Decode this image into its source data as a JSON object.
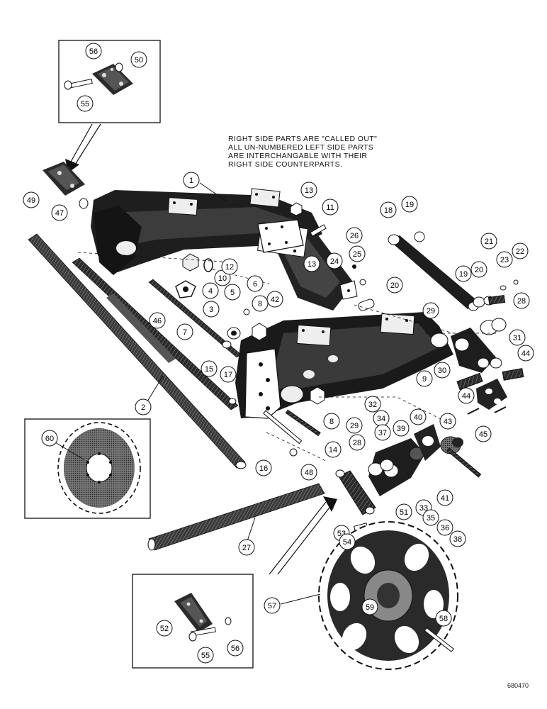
{
  "note_lines": [
    "RIGHT SIDE PARTS ARE \"CALLED OUT\"",
    "ALL UN-NUMBERED LEFT SIDE PARTS",
    "ARE INTERCHANGABLE WITH THEIR",
    "RIGHT SIDE COUNTERPARTS."
  ],
  "drawing_code": "680470",
  "callouts": {
    "c1": "1",
    "c2": "2",
    "c3": "3",
    "c4": "4",
    "c5": "5",
    "c6": "6",
    "c7": "7",
    "c8": "8",
    "c8b": "8",
    "c9": "9",
    "c10": "10",
    "c11": "11",
    "c12": "12",
    "c13a": "13",
    "c13b": "13",
    "c14": "14",
    "c15": "15",
    "c16": "16",
    "c17": "17",
    "c18": "18",
    "c19a": "19",
    "c19b": "19",
    "c20a": "20",
    "c20b": "20",
    "c21": "21",
    "c22": "22",
    "c23": "23",
    "c24": "24",
    "c25": "25",
    "c26": "26",
    "c27": "27",
    "c28a": "28",
    "c28b": "28",
    "c29a": "29",
    "c29b": "29",
    "c30": "30",
    "c31": "31",
    "c32": "32",
    "c33": "33",
    "c34": "34",
    "c35": "35",
    "c36": "36",
    "c37": "37",
    "c38": "38",
    "c39": "39",
    "c40": "40",
    "c41": "41",
    "c42": "42",
    "c43": "43",
    "c44a": "44",
    "c44b": "44",
    "c45": "45",
    "c46": "46",
    "c47": "47",
    "c48": "48",
    "c49": "49",
    "c50": "50",
    "c51": "51",
    "c52": "52",
    "c53": "53",
    "c54": "54",
    "c55a": "55",
    "c55b": "55",
    "c56a": "56",
    "c56b": "56",
    "c57": "57",
    "c58": "58",
    "c59": "59",
    "c60": "60"
  }
}
